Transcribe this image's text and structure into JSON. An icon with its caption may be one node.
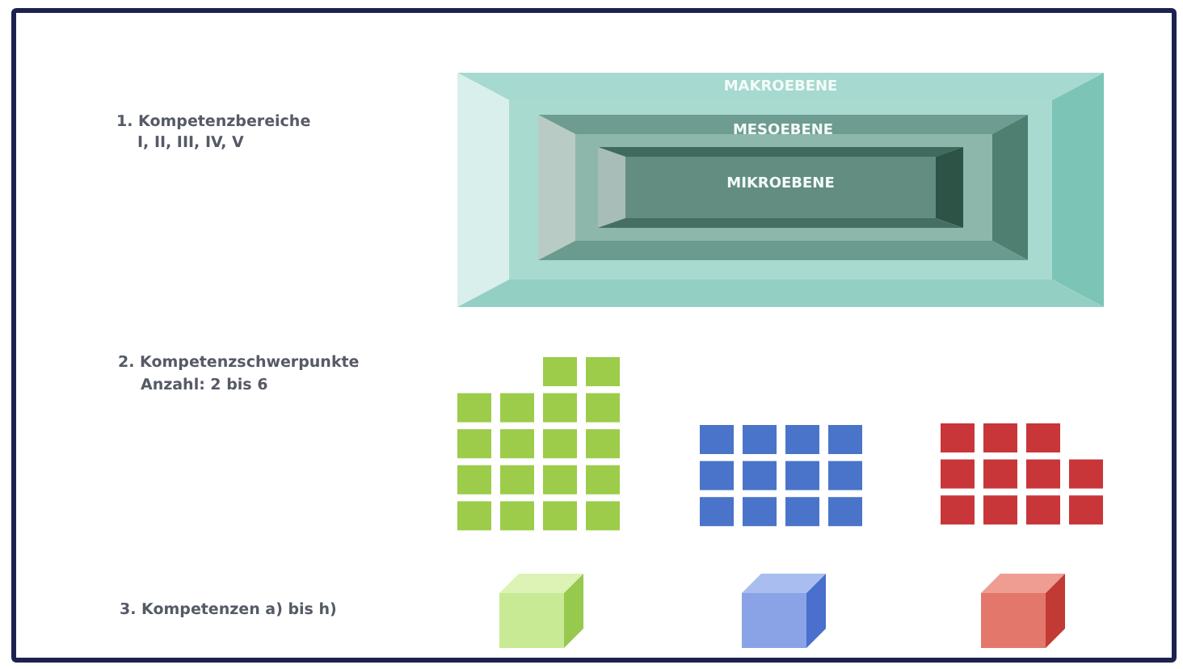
{
  "diagram": {
    "nodes": [
      {
        "text": [
          "MAKROEBENE"
        ]
      },
      {
        "text": [
          "MESOEBENE"
        ],
        "in": 0
      },
      {
        "text": [
          "MIKROEBENE"
        ],
        "in": 1
      }
    ],
    "edges": [],
    "labels": [
      "1. Kompetenzbereiche",
      "I, II, III, IV, V",
      "2. Kompetenzschwerpunkte",
      "Anzahl: 2 bis 6",
      "3. Kompetenzen a) bis h)"
    ]
  }
}
